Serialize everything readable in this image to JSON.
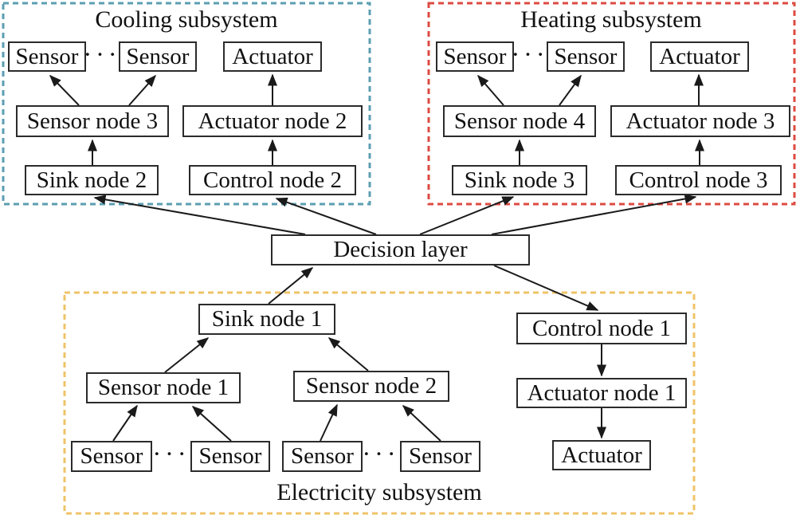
{
  "colors": {
    "cooling_border": "#5C9EB2",
    "heating_border": "#DC4B42",
    "electricity_border": "#EFC368",
    "box_border": "#2B2B2B",
    "arrow": "#1A1A1A",
    "background": "#FFFFFF",
    "text": "#111111"
  },
  "decision_layer": {
    "label": "Decision layer"
  },
  "cooling": {
    "title": "Cooling subsystem",
    "sensor_left": "Sensor",
    "dots": "···",
    "sensor_right": "Sensor",
    "actuator": "Actuator",
    "sensor_node": "Sensor node 3",
    "actuator_node": "Actuator node 2",
    "sink_node": "Sink node 2",
    "control_node": "Control node 2"
  },
  "heating": {
    "title": "Heating subsystem",
    "sensor_left": "Sensor",
    "dots": "···",
    "sensor_right": "Sensor",
    "actuator": "Actuator",
    "sensor_node": "Sensor node 4",
    "actuator_node": "Actuator node 3",
    "sink_node": "Sink node 3",
    "control_node": "Control node 3"
  },
  "electricity": {
    "title": "Electricity subsystem",
    "sink_node": "Sink node 1",
    "control_node": "Control node 1",
    "sensor_node_1": "Sensor node 1",
    "sensor_node_2": "Sensor node 2",
    "actuator_node": "Actuator node 1",
    "sensor_1": "Sensor",
    "dots_1": "···",
    "sensor_2": "Sensor",
    "sensor_3": "Sensor",
    "dots_2": "···",
    "sensor_4": "Sensor",
    "actuator": "Actuator"
  }
}
